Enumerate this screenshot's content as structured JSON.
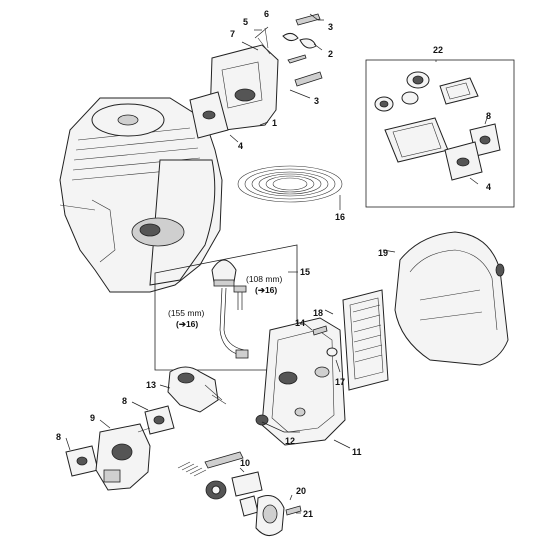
{
  "callouts": {
    "c1": "1",
    "c2": "2",
    "c3a": "3",
    "c3b": "3",
    "c4a": "4",
    "c4b": "4",
    "c5": "5",
    "c6": "6",
    "c7": "7",
    "c8a": "8",
    "c8b": "8",
    "c8c": "8",
    "c9": "9",
    "c10": "10",
    "c11": "11",
    "c12": "12",
    "c13": "13",
    "c14": "14",
    "c15": "15",
    "c16a": "16",
    "c17": "17",
    "c18": "18",
    "c19": "19",
    "c20": "20",
    "c21": "21",
    "c22": "22"
  },
  "notes": {
    "hose_long": "(155 mm)",
    "hose_long_ref": "16",
    "hose_short": "(108 mm)",
    "hose_short_ref": "16"
  }
}
